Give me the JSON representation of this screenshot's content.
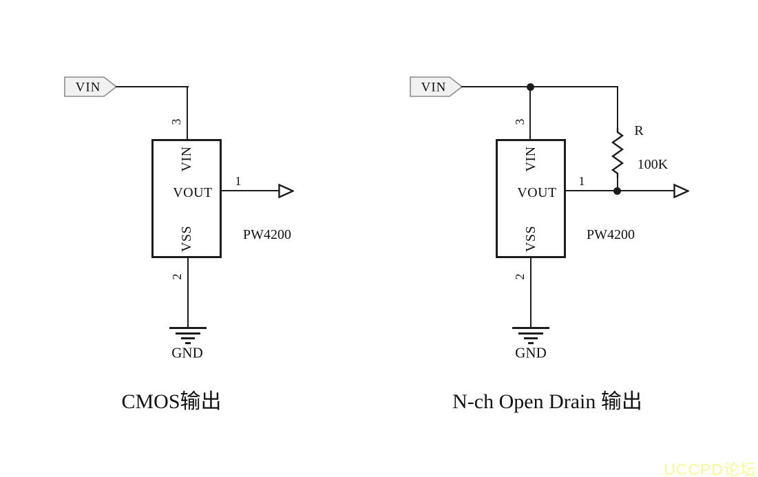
{
  "colors": {
    "wire": "#1c1c1c",
    "flag_fill": "#f1f1f1",
    "flag_border": "#8a8a8a",
    "watermark": "#f9f992"
  },
  "left": {
    "caption": "CMOS输出",
    "port": "VIN",
    "pin_numbers": {
      "vin": "3",
      "vout": "1",
      "vss": "2"
    },
    "chip": {
      "pin_vin": "VIN",
      "pin_vout": "VOUT",
      "pin_vss": "VSS",
      "part": "PW4200"
    },
    "gnd": "GND"
  },
  "right": {
    "caption": "N-ch Open Drain 输出",
    "port": "VIN",
    "pin_numbers": {
      "vin": "3",
      "vout": "1",
      "vss": "2"
    },
    "chip": {
      "pin_vin": "VIN",
      "pin_vout": "VOUT",
      "pin_vss": "VSS",
      "part": "PW4200"
    },
    "resistor": {
      "name": "R",
      "value": "100K"
    },
    "gnd": "GND"
  },
  "watermark": "UCCPD论坛"
}
